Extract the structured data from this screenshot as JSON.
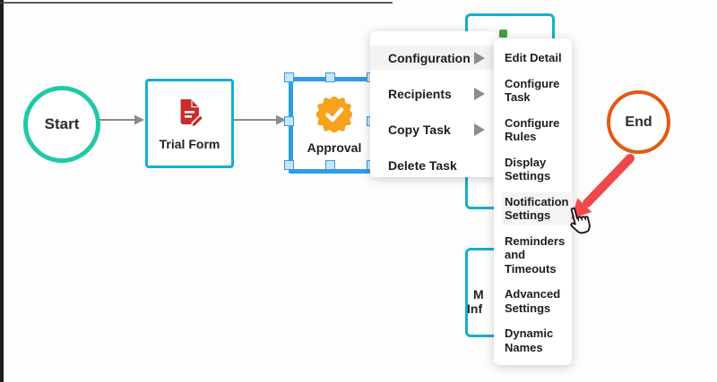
{
  "canvas": {
    "background": "#fdfdfd"
  },
  "colors": {
    "start_border": "#1ec9a6",
    "task_border": "#16aecf",
    "selected_border": "#2e9ce8",
    "end_border": "#e25a12",
    "doc_icon": "#cc2b2b",
    "badge_icon": "#f6a21d",
    "connector": "#8b8b8b",
    "annotation_arrow": "#f1494b"
  },
  "nodes": {
    "start": {
      "label": "Start"
    },
    "trial_form": {
      "label": "Trial Form",
      "icon": "document-edit-icon"
    },
    "approval": {
      "label": "Approval",
      "icon": "badge-check-icon",
      "selected": true
    },
    "end": {
      "label": "End"
    },
    "hidden_bottom": {
      "visible_text_line1": "M",
      "visible_text_line2": "Inf"
    }
  },
  "context_menu": {
    "items": [
      {
        "label": "Configuration",
        "has_submenu": true,
        "highlighted": true
      },
      {
        "label": "Recipients",
        "has_submenu": true,
        "highlighted": false
      },
      {
        "label": "Copy Task",
        "has_submenu": true,
        "highlighted": false
      },
      {
        "label": "Delete Task",
        "has_submenu": false,
        "highlighted": false
      }
    ]
  },
  "submenu": {
    "items": [
      {
        "label": "Edit Detail"
      },
      {
        "label": "Configure Task"
      },
      {
        "label": "Configure Rules"
      },
      {
        "label": "Display Settings"
      },
      {
        "label": "Notification Settings",
        "highlighted": true
      },
      {
        "label": "Reminders and Timeouts"
      },
      {
        "label": "Advanced Settings"
      },
      {
        "label": "Dynamic Names"
      }
    ]
  },
  "annotation": {
    "target": "Notification Settings",
    "cursor": "hand-pointer"
  }
}
